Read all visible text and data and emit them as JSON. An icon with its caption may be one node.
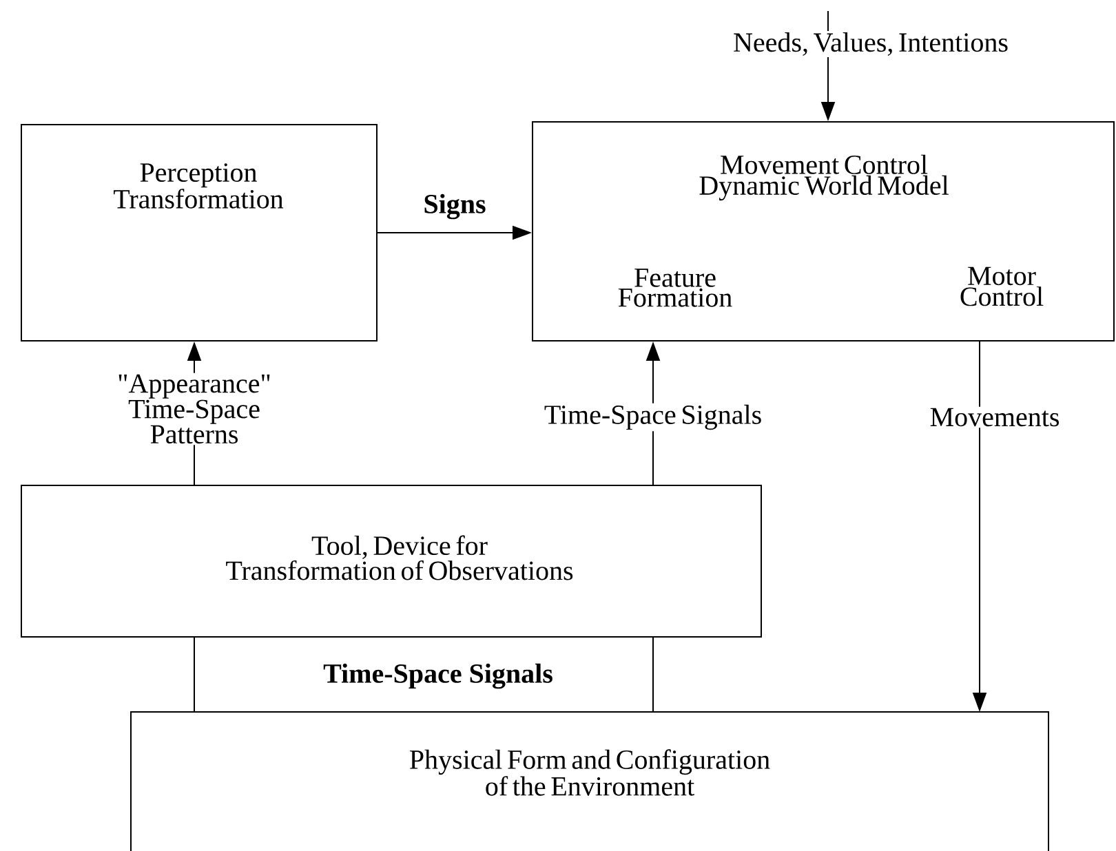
{
  "diagram": {
    "nodes": [
      {
        "text": [
          "Perception Transformation"
        ]
      },
      {
        "text": [
          "Movement Control Dynamic World Model",
          "Feature Formation",
          "Motor Control"
        ]
      },
      {
        "text": [
          "Tool, Device for Transformation of Observations"
        ]
      },
      {
        "text": [
          "Physical Form and Configuration of the Environment"
        ]
      }
    ],
    "edges": [
      {
        "from": 0,
        "to": 1,
        "arrow": "to",
        "label": "Signs"
      },
      {
        "from": null,
        "to": 1,
        "arrow": "to",
        "label": "Needs, Values, Intentions"
      },
      {
        "from": 2,
        "to": 0,
        "arrow": "to",
        "label": "\"Appearance\" Time-Space Patterns"
      },
      {
        "from": 2,
        "to": 1,
        "arrow": "to",
        "label": "Time-Space Signals"
      },
      {
        "from": 1,
        "to": 3,
        "arrow": "to",
        "label": "Movements"
      },
      {
        "from": 2,
        "to": 3,
        "arrow": "none"
      },
      {
        "from": 2,
        "to": 3,
        "arrow": "none"
      }
    ],
    "labels": [
      "Time-Space Signals"
    ]
  }
}
